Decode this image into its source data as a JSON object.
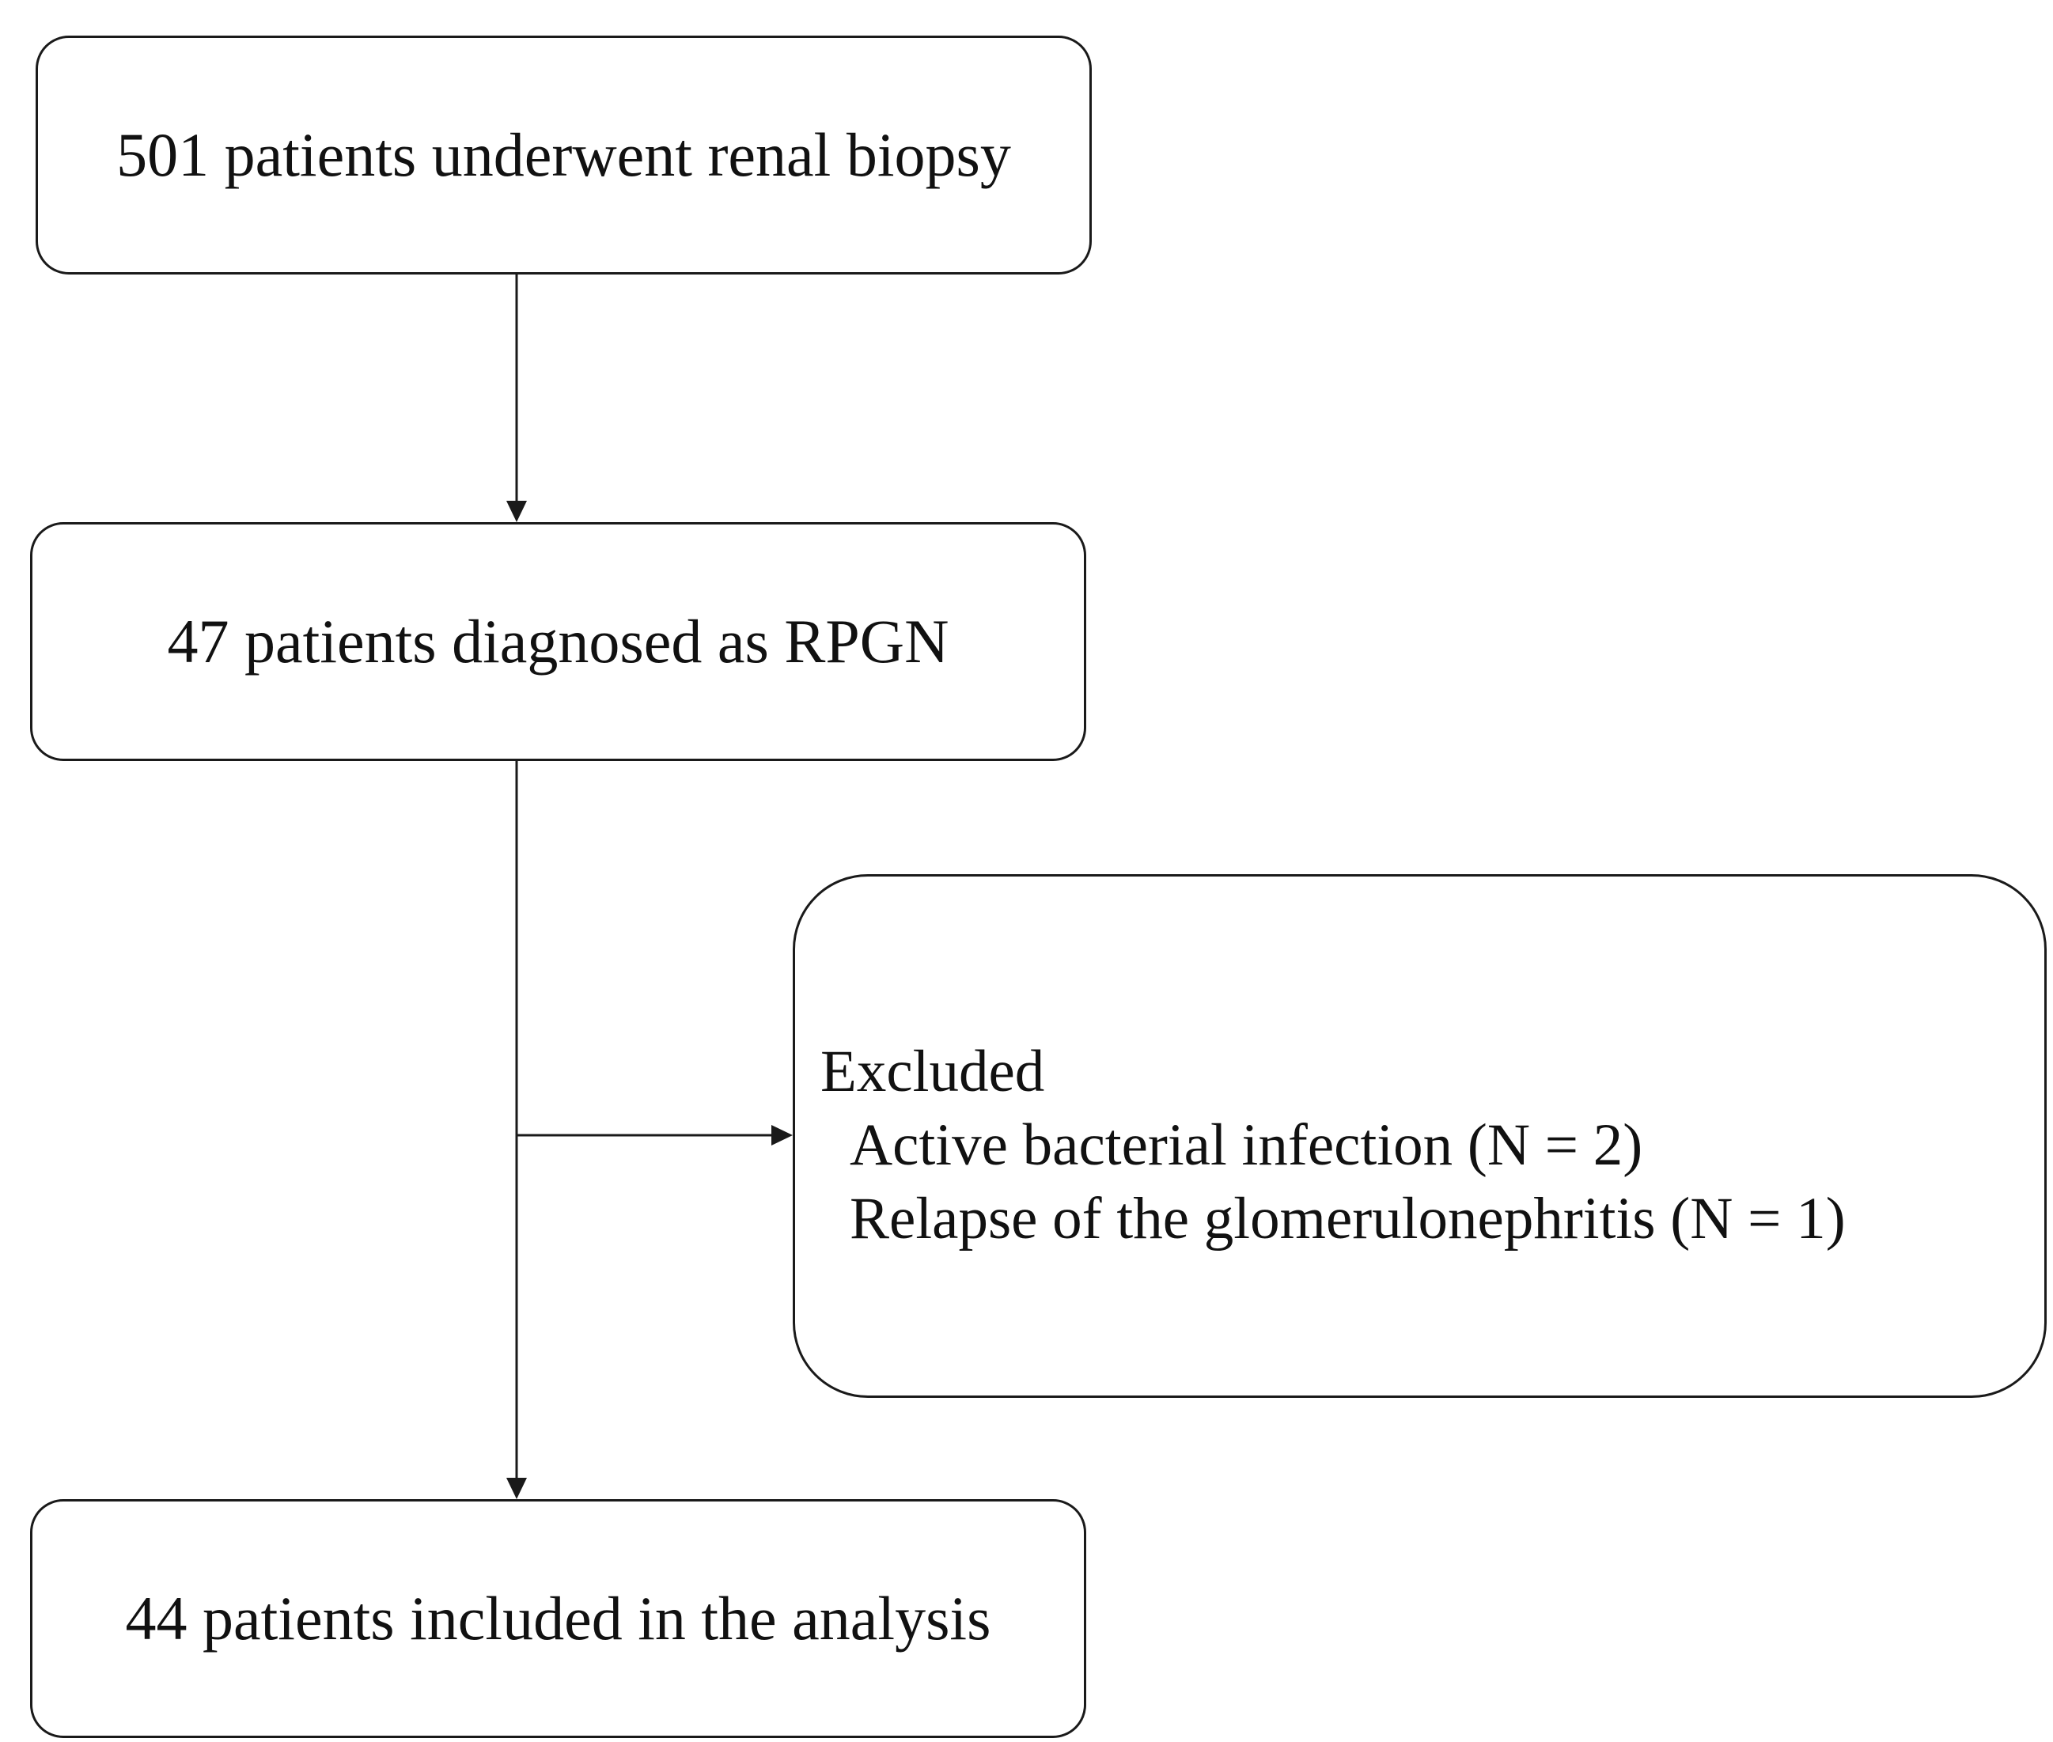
{
  "flowchart": {
    "step1": "501 patients underwent renal biopsy",
    "step2": "47 patients diagnosed as RPGN",
    "excluded": {
      "heading": "Excluded",
      "items": [
        "Active bacterial infection (N = 2)",
        "Relapse of the glomerulonephritis (N = 1)"
      ]
    },
    "step3": "44 patients included in the analysis"
  }
}
